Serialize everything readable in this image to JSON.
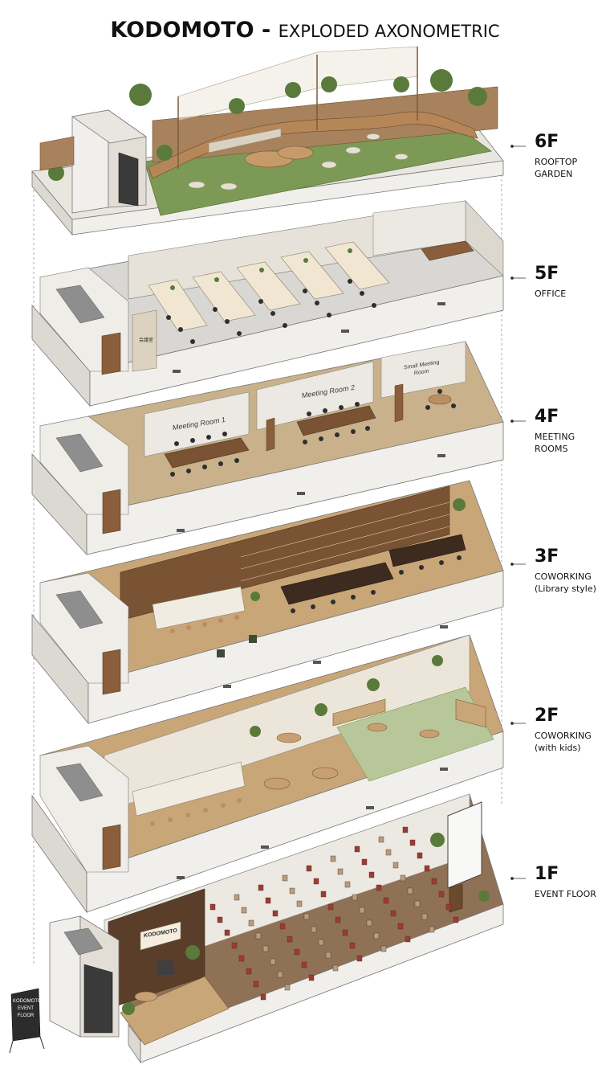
{
  "title": {
    "bold": "KODOMOTO",
    "separator": " - ",
    "rest": "EXPLODED AXONOMETRIC"
  },
  "floors": [
    {
      "number": "6F",
      "name": "ROOFTOP GARDEN",
      "sub": ""
    },
    {
      "number": "5F",
      "name": "OFFICE",
      "sub": ""
    },
    {
      "number": "4F",
      "name": "MEETING ROOMS",
      "sub": ""
    },
    {
      "number": "3F",
      "name": "COWORKING",
      "sub": "(Library style)"
    },
    {
      "number": "2F",
      "name": "COWORKING",
      "sub": "(with kids)"
    },
    {
      "number": "1F",
      "name": "EVENT FLOOR",
      "sub": ""
    }
  ],
  "rooms": {
    "meeting_room_1": "Meeting Room 1",
    "meeting_room_2": "Meeting Room 2",
    "small_meeting_room_line1": "Small Meeting",
    "small_meeting_room_line2": "Room",
    "office_door_sign": "会議室"
  },
  "entrance": {
    "wall_logo": "KODOMOTO",
    "sign_line1": "KODOMOTO",
    "sign_line2": "EVENT",
    "sign_line3": "FLOOR"
  },
  "colors": {
    "grass": "#7c9a55",
    "wood_floor": "#c9a677",
    "slab": "#f1efeb",
    "wall": "#e6e2da",
    "dark_wood": "#5b3e2a",
    "bookshelf": "#7a5334",
    "red_chair": "#9d3b32",
    "tan_chair": "#b79d7e",
    "plant": "#5a7a3c",
    "concrete": "#c8c4bc"
  }
}
